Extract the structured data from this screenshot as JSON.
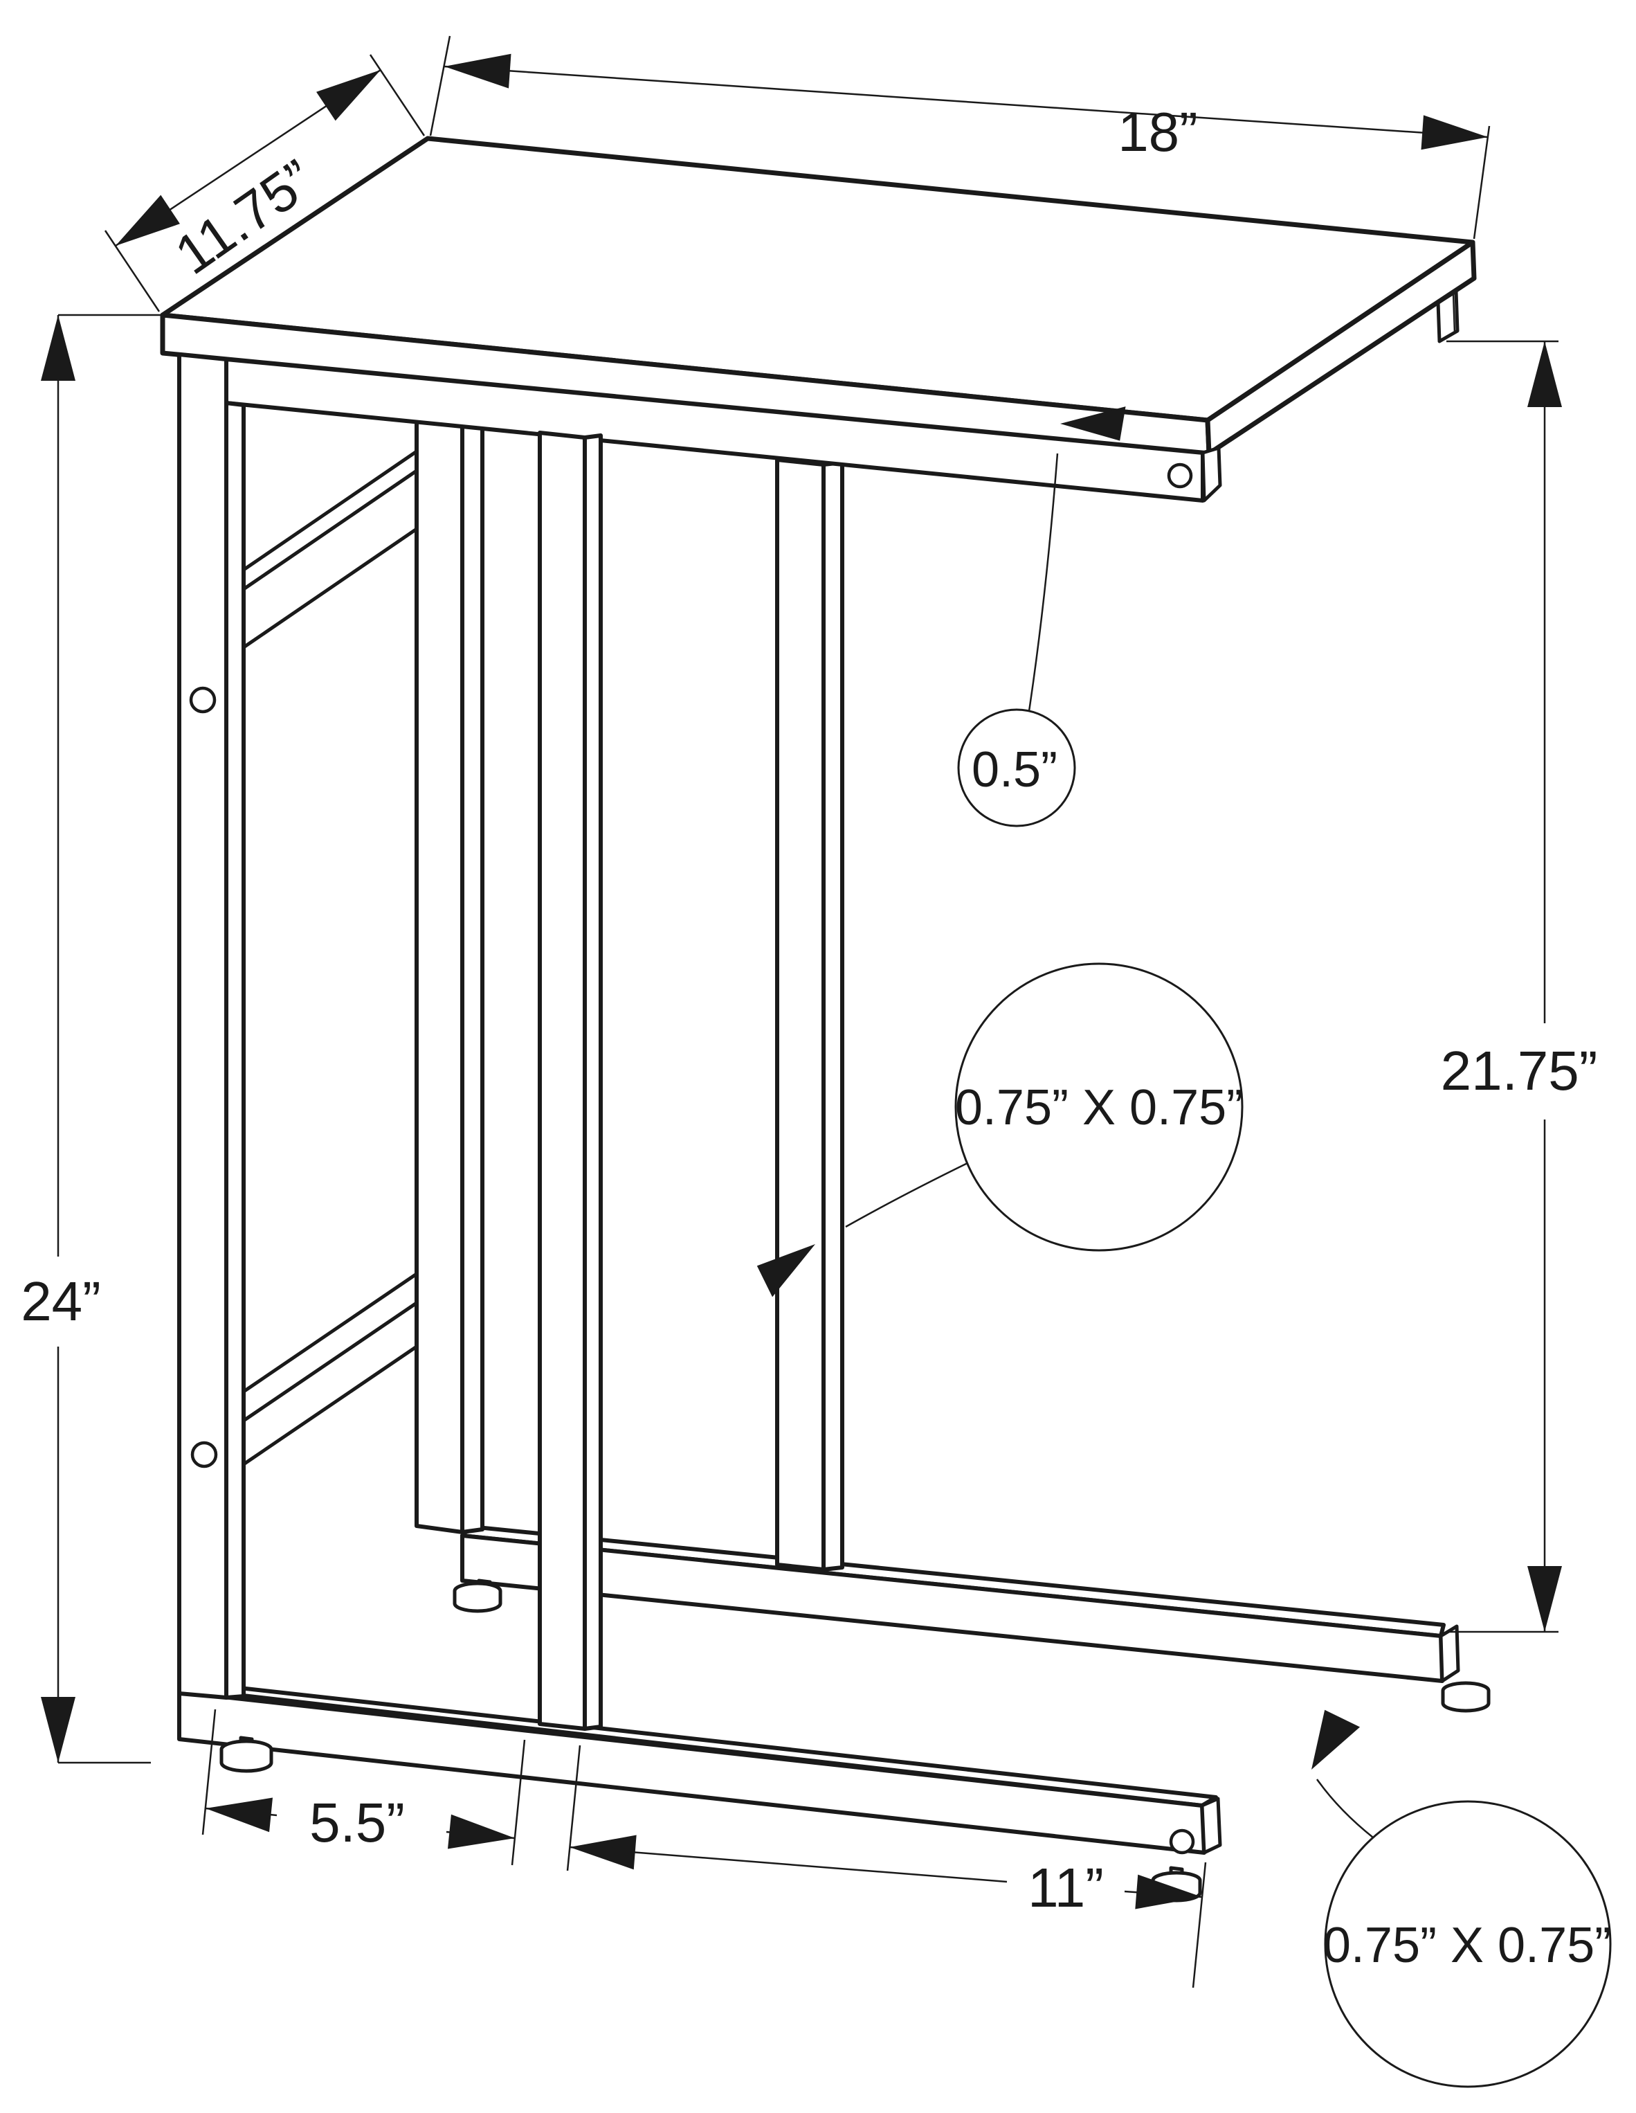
{
  "drawing": {
    "subject": "C-shaped accent side table technical line drawing with dimensions",
    "colors": {
      "line": "#1a1a1a",
      "background": "#ffffff"
    },
    "labels": {
      "top_width": "18”",
      "top_depth": "11.75”",
      "overall_height": "24”",
      "side_height": "21.75”",
      "top_thickness": "0.5”",
      "frame_tube_size": "0.75” X 0.75”",
      "base_tube_size": "0.75” X 0.75”",
      "base_front_offset": "5.5”",
      "base_front_span": "11”"
    }
  }
}
